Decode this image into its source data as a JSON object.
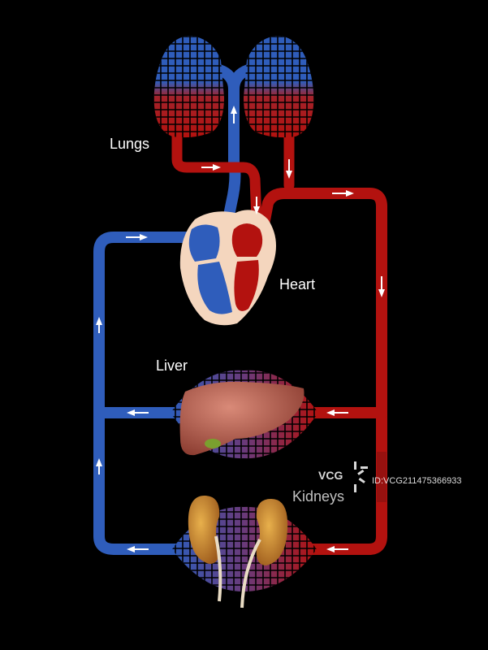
{
  "labels": {
    "lungs": "Lungs",
    "heart": "Heart",
    "liver": "Liver",
    "kidneys": "Kidneys"
  },
  "watermark": {
    "logo": "VCG",
    "id": "ID:VCG211475366933"
  },
  "colors": {
    "background": "#000000",
    "deoxygenated": "#2f5dbb",
    "oxygenated": "#b3120f",
    "arrow": "#ffffff",
    "heart_wall": "#f4d6be",
    "liver": "#b8614f",
    "kidney": "#c98a36"
  }
}
